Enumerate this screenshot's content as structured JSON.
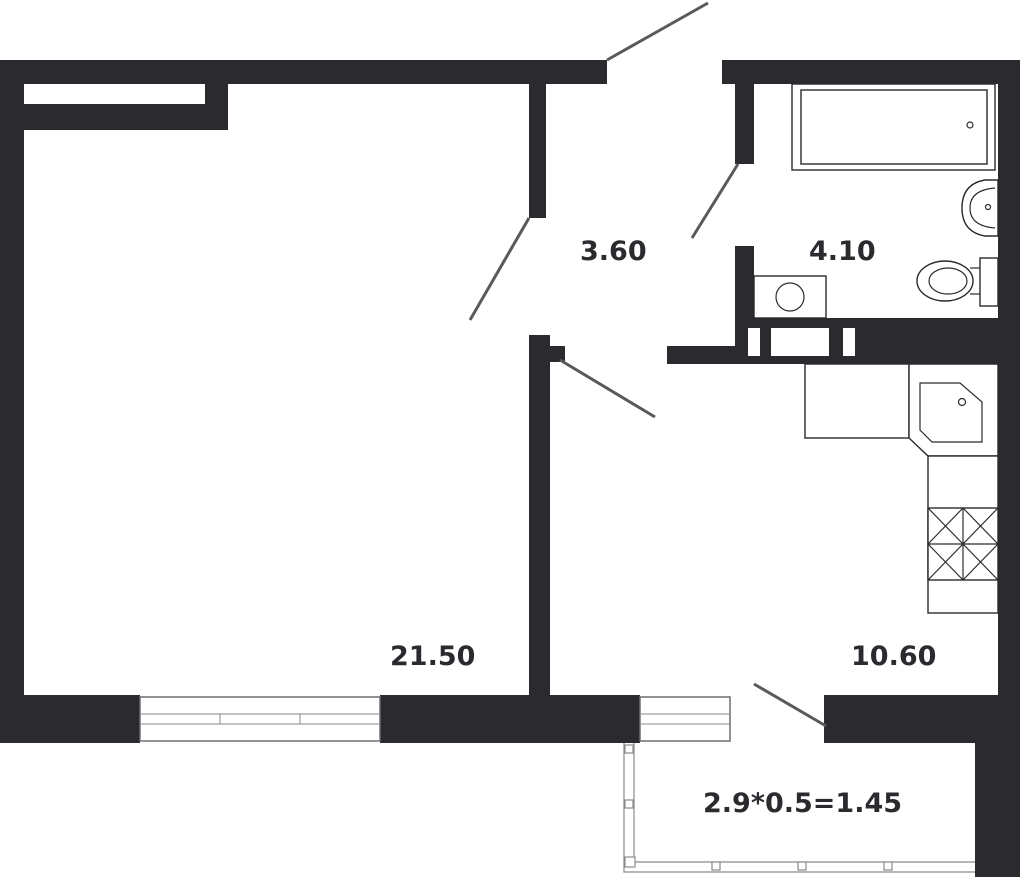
{
  "rooms": {
    "living_area": "21.50",
    "hallway_area": "3.60",
    "bathroom_area": "4.10",
    "kitchen_area": "10.60",
    "balcony_area": "2.9*0.5=1.45"
  },
  "colors": {
    "wall": "#2b2a2e",
    "door_swing": "#5a595c",
    "background": "#ffffff"
  }
}
